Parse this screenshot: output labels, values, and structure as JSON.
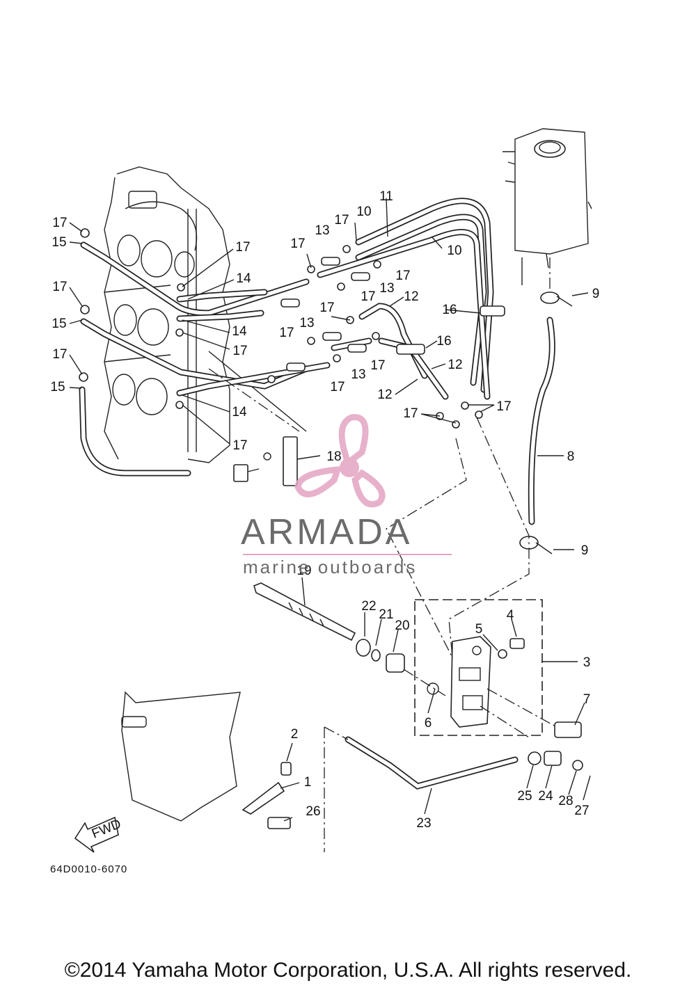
{
  "diagram": {
    "callouts": {
      "c1": "1",
      "c2": "2",
      "c3": "3",
      "c4": "4",
      "c5": "5",
      "c6": "6",
      "c7": "7",
      "c8": "8",
      "c9": "9",
      "c10": "10",
      "c11": "11",
      "c12": "12",
      "c13": "13",
      "c14": "14",
      "c15": "15",
      "c16": "16",
      "c17": "17",
      "c18": "18",
      "c19": "19",
      "c20": "20",
      "c21": "21",
      "c22": "22",
      "c23": "23",
      "c24": "24",
      "c25": "25",
      "c26": "26",
      "c27": "27",
      "c28": "28"
    },
    "fwd_label": "FWD",
    "drawing_code": "64D0010-6070"
  },
  "watermark": {
    "brand": "ARMADA",
    "tagline": "marine outboards",
    "colors": {
      "logo_pink": "#e3a4c3",
      "text_gray": "#6b6b6b"
    }
  },
  "footer": {
    "copyright": "©2014 Yamaha Motor Corporation, U.S.A. All rights reserved."
  }
}
